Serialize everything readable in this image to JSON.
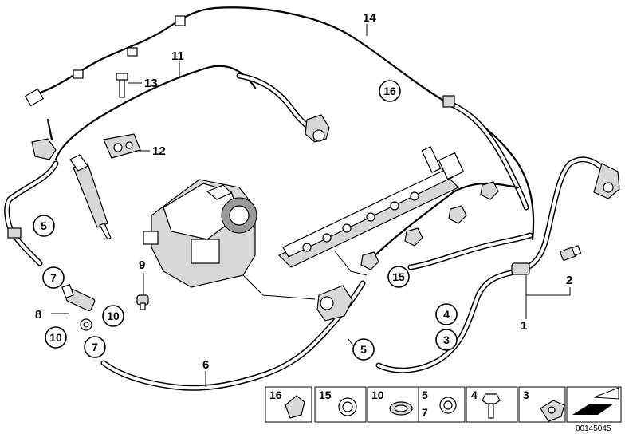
{
  "callouts": {
    "c1": "1",
    "c2": "2",
    "c3": "3",
    "c4": "4",
    "c5a": "5",
    "c5b": "5",
    "c6": "6",
    "c7a": "7",
    "c7b": "7",
    "c8": "8",
    "c9": "9",
    "c10a": "10",
    "c10b": "10",
    "c11": "11",
    "c12": "12",
    "c13": "13",
    "c14": "14",
    "c15": "15",
    "c16": "16"
  },
  "legend": {
    "items": [
      "16",
      "15",
      "10",
      "5",
      "7",
      "4",
      "3"
    ]
  },
  "diagram_code": "00145045"
}
